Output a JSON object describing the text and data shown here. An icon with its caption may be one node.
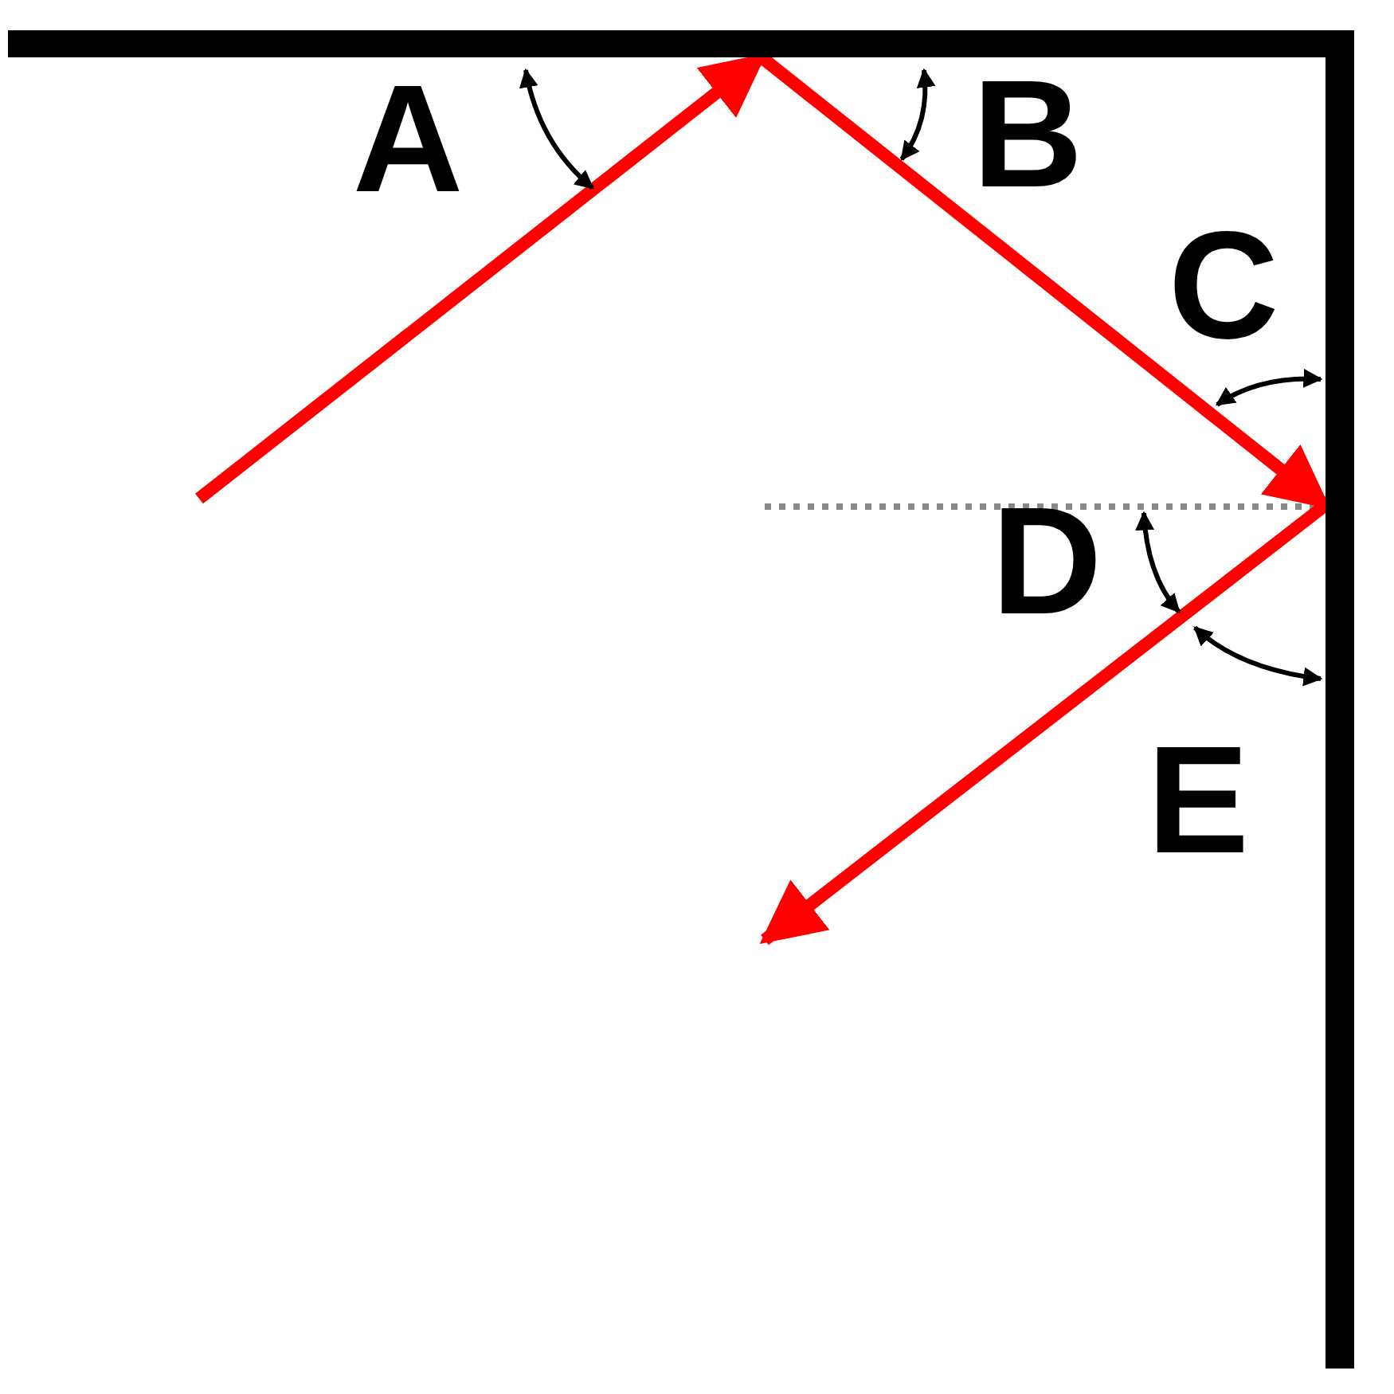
{
  "diagram": {
    "nodes": [
      {
        "text": [],
        "shape": "bar"
      },
      {
        "text": [],
        "shape": "bar"
      }
    ],
    "edges": [
      {
        "from": null,
        "to": 0,
        "arrow": "to"
      },
      {
        "from": 0,
        "to": 1,
        "arrow": "to"
      },
      {
        "from": 1,
        "to": null,
        "arrow": "to"
      }
    ],
    "labels": [
      "A",
      "B",
      "C",
      "D",
      "E"
    ]
  }
}
